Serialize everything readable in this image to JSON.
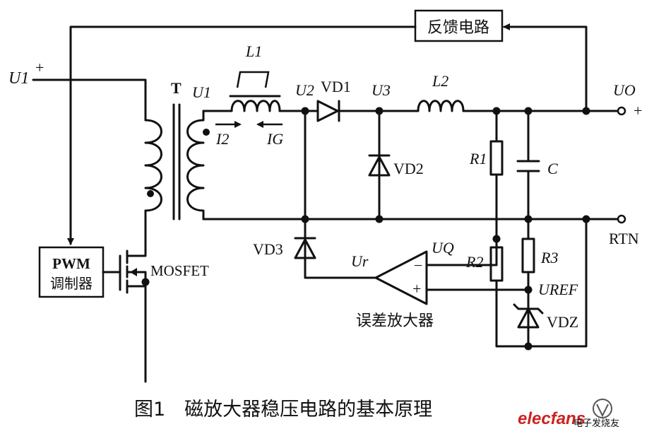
{
  "labels": {
    "feedback": "反馈电路",
    "pwm_line1": "PWM",
    "pwm_line2": "调制器",
    "mosfet": "MOSFET",
    "u1_in": "U1",
    "plus": "+",
    "transformer": "T",
    "u1_sec": "U1",
    "l1": "L1",
    "u2": "U2",
    "vd1": "VD1",
    "u3": "U3",
    "l2": "L2",
    "uo": "UO",
    "i2": "I2",
    "ig": "IG",
    "vd2": "VD2",
    "r1": "R1",
    "c": "C",
    "rtn": "RTN",
    "vd3": "VD3",
    "ur": "Ur",
    "uq": "UQ",
    "r2": "R2",
    "r3": "R3",
    "uref": "UREF",
    "vdz": "VDZ",
    "amp_minus": "−",
    "amp_plus": "+",
    "error_amp": "误差放大器",
    "caption": "图1　磁放大器稳压电路的基本原理"
  },
  "watermark": {
    "brand": "elecfans",
    "site": "电子发烧友"
  },
  "colors": {
    "ink": "#111111",
    "watermark_red": "#cc2222",
    "watermark_gray": "#444444"
  }
}
